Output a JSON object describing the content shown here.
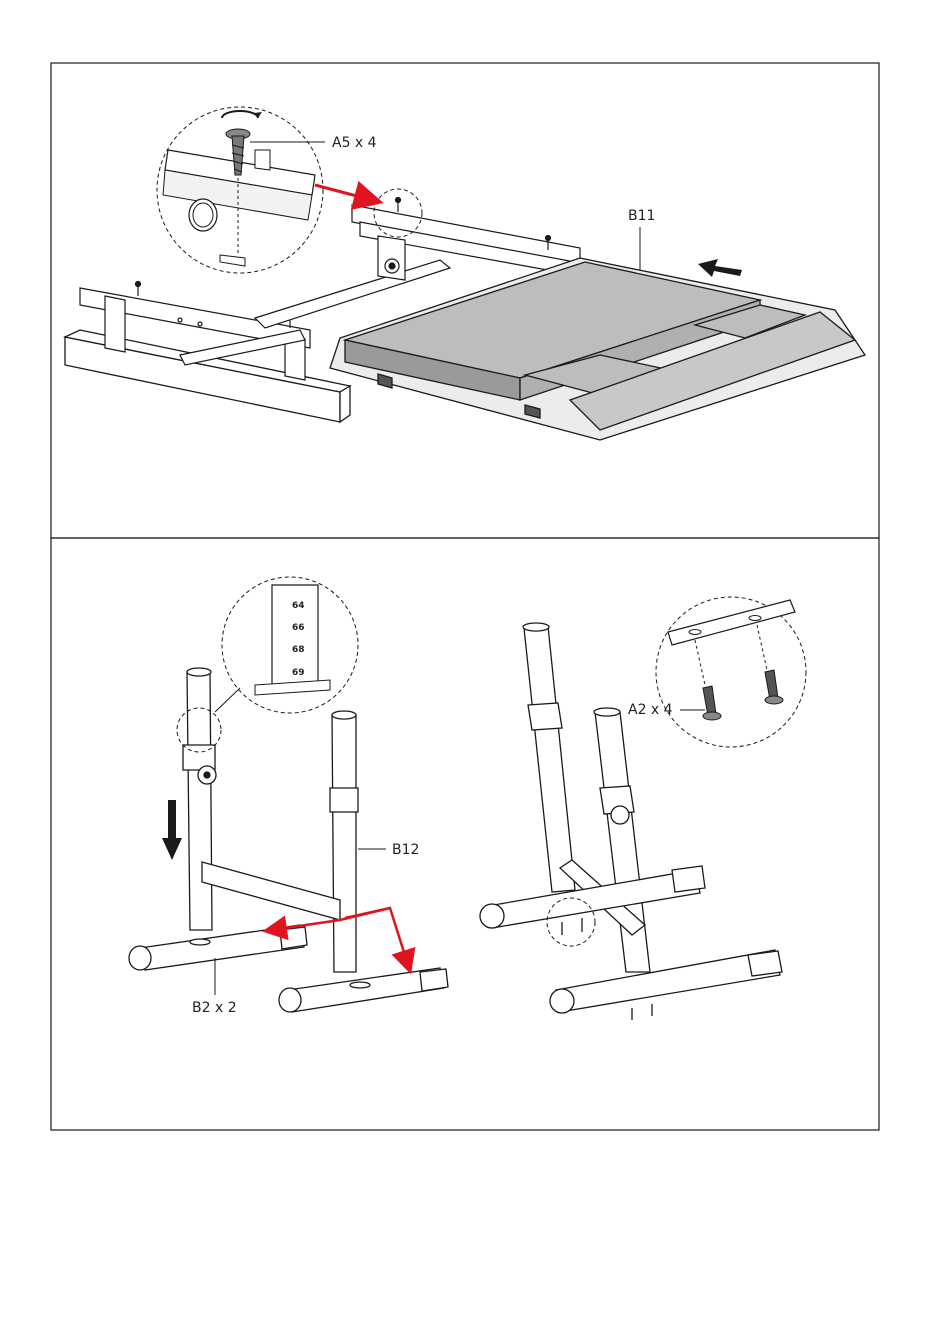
{
  "colors": {
    "line": "#1a1a1a",
    "arrow_red": "#e0141e",
    "tray_gray": "#bdbdbd",
    "tray_dark": "#9a9a9a",
    "white": "#ffffff"
  },
  "step_top": {
    "callout_screw": "A5 x 4",
    "callout_part": "B11"
  },
  "step_bottom": {
    "callout_frame": "B12",
    "callout_feet": "B2 x 2",
    "callout_screws": "A2 x 4",
    "height_marks": [
      "64",
      "66",
      "68",
      "69"
    ]
  }
}
